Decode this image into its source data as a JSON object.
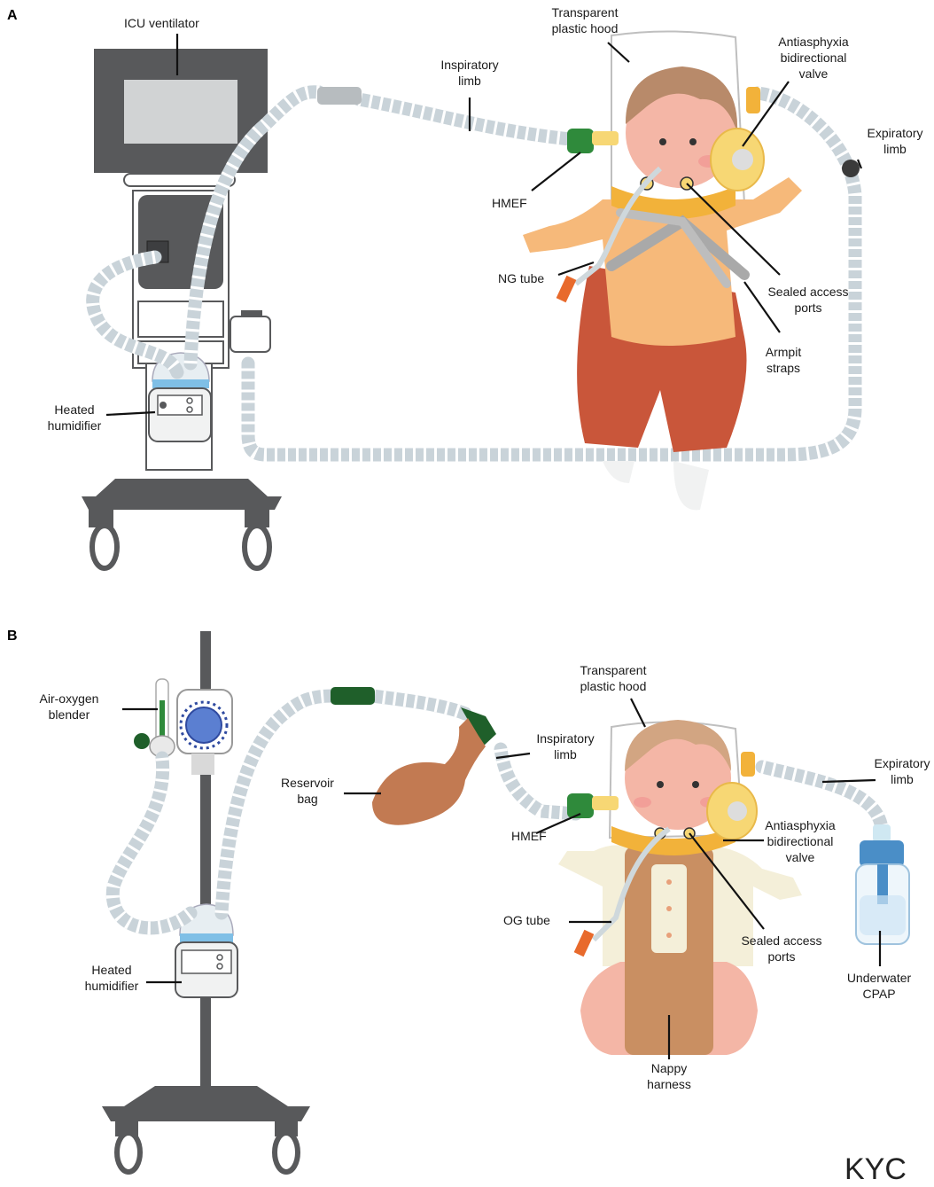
{
  "panels": {
    "a": {
      "letter": "A",
      "labels": {
        "icu_ventilator": "ICU ventilator",
        "hood_1": "Transparent",
        "hood_2": "plastic hood",
        "inspiratory_1": "Inspiratory",
        "inspiratory_2": "limb",
        "valve_1": "Antiasphyxia",
        "valve_2": "bidirectional",
        "valve_3": "valve",
        "expiratory_1": "Expiratory",
        "expiratory_2": "limb",
        "hmef": "HMEF",
        "ng_tube": "NG tube",
        "ports_1": "Sealed access",
        "ports_2": "ports",
        "straps_1": "Armpit",
        "straps_2": "straps",
        "humidifier_1": "Heated",
        "humidifier_2": "humidifier"
      }
    },
    "b": {
      "letter": "B",
      "labels": {
        "blender_1": "Air-oxygen",
        "blender_2": "blender",
        "hood_1": "Transparent",
        "hood_2": "plastic hood",
        "inspiratory_1": "Inspiratory",
        "inspiratory_2": "limb",
        "expiratory_1": "Expiratory",
        "expiratory_2": "limb",
        "reservoir_1": "Reservoir",
        "reservoir_2": "bag",
        "hmef": "HMEF",
        "valve_1": "Antiasphyxia",
        "valve_2": "bidirectional",
        "valve_3": "valve",
        "og_tube": "OG tube",
        "ports_1": "Sealed access",
        "ports_2": "ports",
        "cpap_1": "Underwater",
        "cpap_2": "CPAP",
        "humidifier_1": "Heated",
        "humidifier_2": "humidifier",
        "nappy_1": "Nappy",
        "nappy_2": "harness"
      }
    }
  },
  "signature": "KYC",
  "colors": {
    "tube": "#c9d3d9",
    "device_dark": "#58595b",
    "screen": "#d1d3d4",
    "hmef_green": "#2f8a3b",
    "valve_yellow": "#f7d774",
    "shirt_orange": "#f6b97a",
    "pants_red": "#c9563a",
    "skin": "#f4b6a6",
    "hair": "#b88a6a",
    "reservoir_brown": "#c27a52",
    "cpap_blue": "#4a8ec7"
  }
}
